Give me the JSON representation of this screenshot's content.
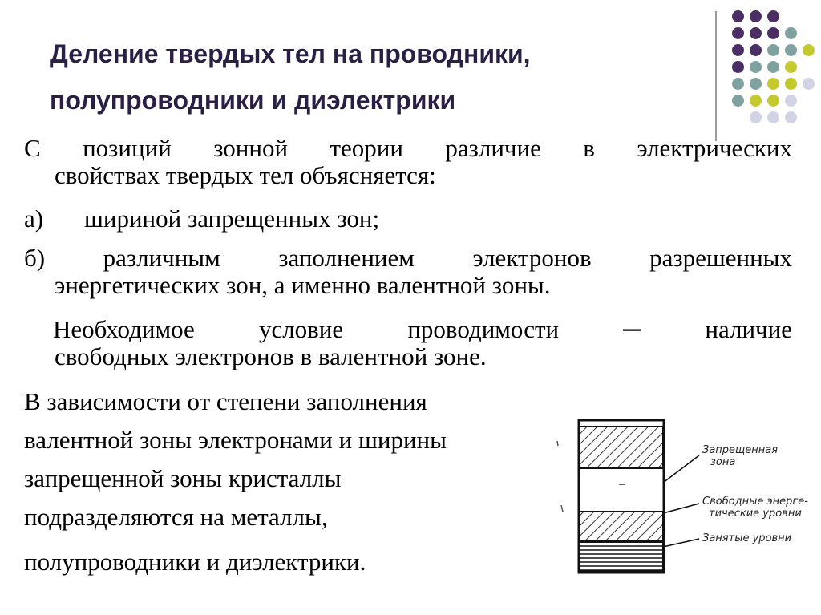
{
  "title": {
    "line1": "Деление твердых тел на проводники,",
    "line2": "полупроводники и диэлектрики"
  },
  "paragraphs": {
    "p1_first": "С позиций зонной теории различие в электрических",
    "p1_rest": "свойствах твердых тел объясняется:",
    "a_label": "а)",
    "a_text": "шириной запрещенных зон;",
    "b_first": "б) различным заполнением электронов разрешенных",
    "b_rest": "энергетических зон, а именно валентной зоны.",
    "c_first": "Необходимое условие проводимости ─ наличие",
    "c_rest": "свободных электронов в валентной зоне."
  },
  "lower_text": [
    "В зависимости от степени заполнения",
    "валентной зоны электронами и ширины",
    "запрещенной зоны  кристаллы",
    "подразделяются на металлы,",
    "полупроводники и диэлектрики."
  ],
  "diagram": {
    "label_forbidden_1": "Запрещенная",
    "label_forbidden_2": "зона",
    "label_free_1": "Свободные энерге-",
    "label_free_2": "тические уровни",
    "label_occupied": "Занятые уровни"
  },
  "colors": {
    "title": "#2a1f45",
    "dot_purple": "#4b2e63",
    "dot_teal": "#7fa1a0",
    "dot_yellow": "#c4c92e",
    "dot_lavender": "#d3d3e6"
  }
}
